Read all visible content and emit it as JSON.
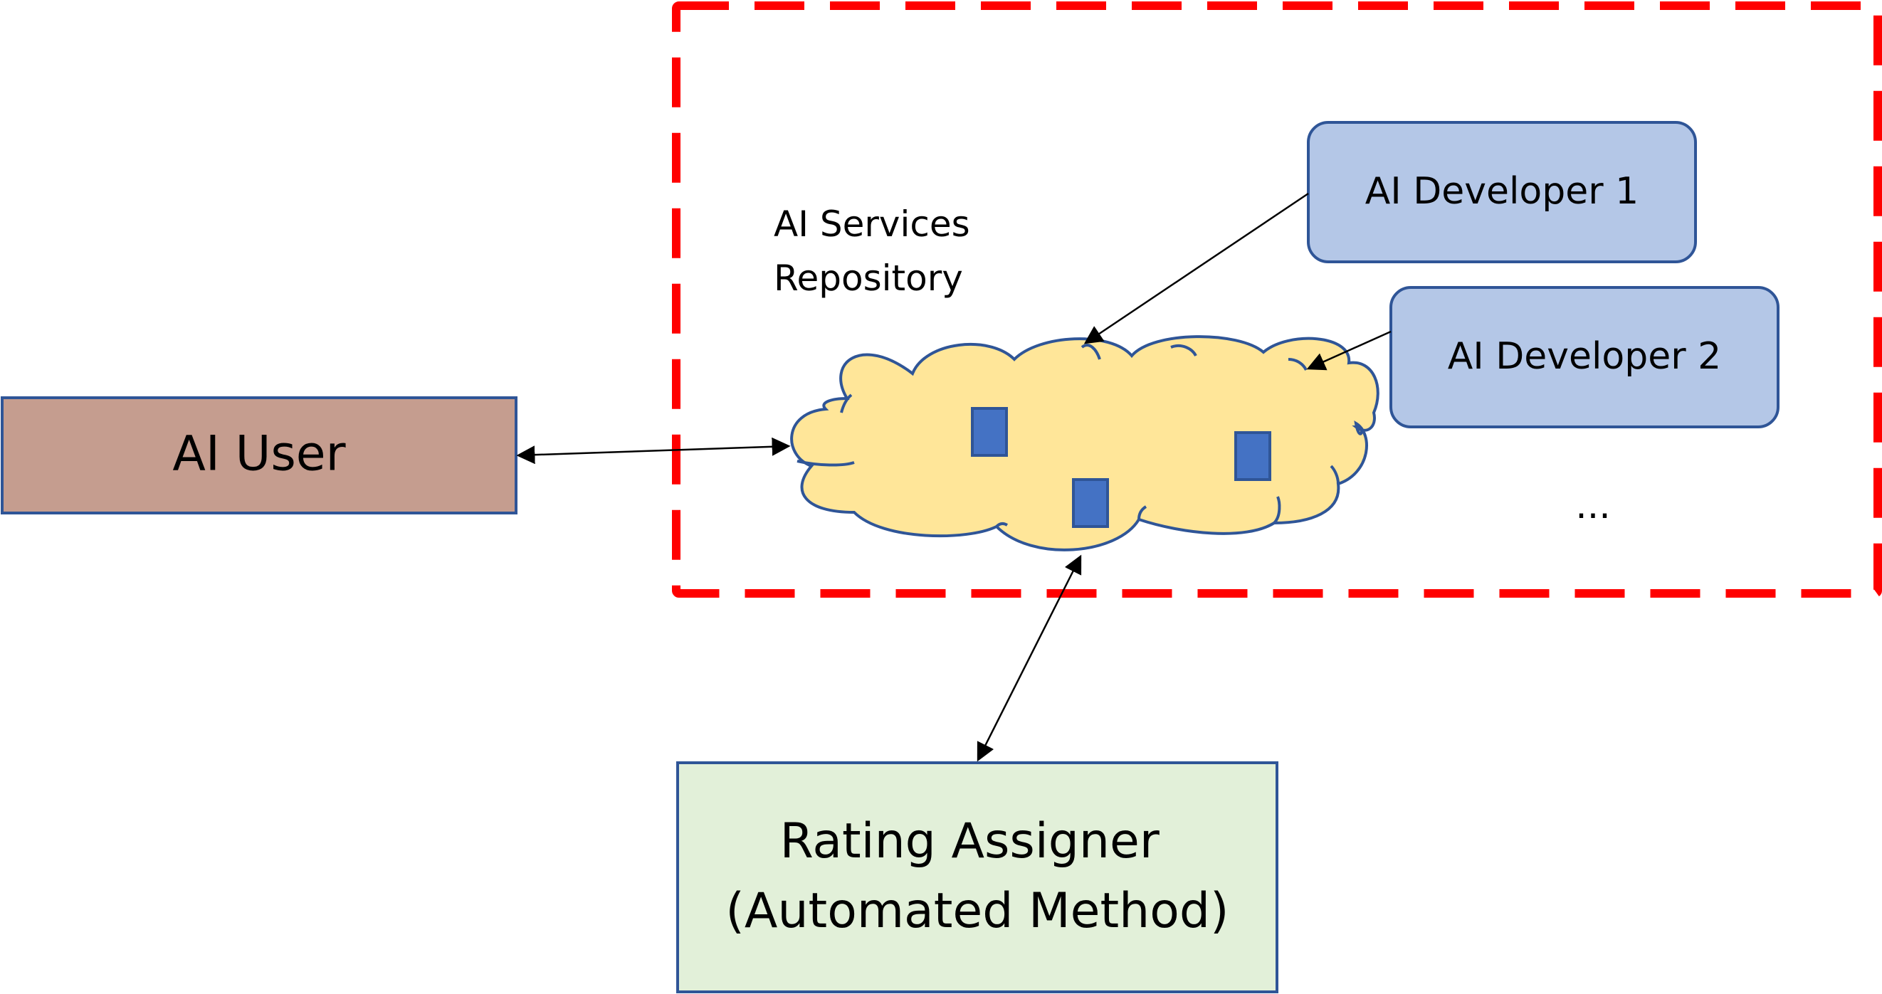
{
  "repository": {
    "label_line1": "AI Services",
    "label_line2": "Repository"
  },
  "ai_user": {
    "label": "AI User"
  },
  "developers": [
    {
      "label": "AI Developer 1"
    },
    {
      "label": "AI Developer 2"
    }
  ],
  "ellipsis": "...",
  "rating_assigner": {
    "label_line1": "Rating Assigner",
    "label_line2": "(Automated Method)"
  },
  "colors": {
    "ai_user_fill": "#C59D8F",
    "developer_fill": "#B4C7E7",
    "rating_fill": "#E2F0D9",
    "cloud_fill": "#FFE699",
    "service_block_fill": "#4472C4",
    "border": "#2F5597",
    "repository_border": "#FF0000"
  }
}
